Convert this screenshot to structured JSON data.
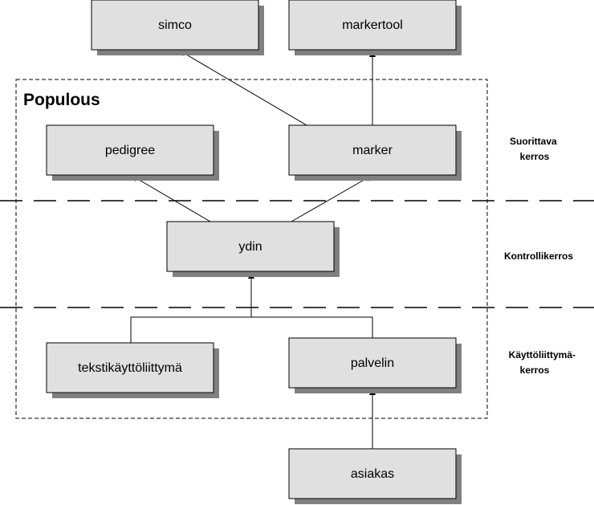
{
  "diagram": {
    "container_title": "Populous",
    "layers": {
      "top": [
        "Suorittava",
        "kerros"
      ],
      "middle": [
        "Kontrollikerros"
      ],
      "bottom": [
        "Käyttöliittymä-",
        "kerros"
      ]
    },
    "boxes": {
      "simco": "simco",
      "markertool": "markertool",
      "pedigree": "pedigree",
      "marker": "marker",
      "ydin": "ydin",
      "tekstikayttoliittyma": "tekstikäyttöliittymä",
      "palvelin": "palvelin",
      "asiakas": "asiakas"
    },
    "colors": {
      "box_fill": "#e0e0e0",
      "box_border": "#000000",
      "shadow": "#808080",
      "line": "#000000"
    }
  }
}
